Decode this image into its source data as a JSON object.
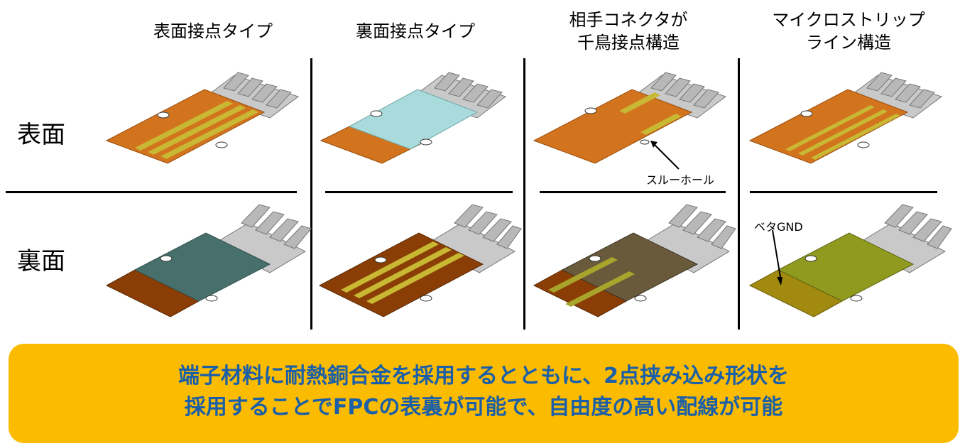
{
  "columns": [
    {
      "label": "表面接点タイプ"
    },
    {
      "label": "裏面接点タイプ"
    },
    {
      "label": "相手コネクタが\n千鳥接点構造"
    },
    {
      "label": "マイクロストリップ\nライン構造"
    }
  ],
  "rows": [
    {
      "label": "表面"
    },
    {
      "label": "裏面"
    }
  ],
  "annotations": {
    "through_hole": "スルーホール",
    "solid_gnd": "ベタGND"
  },
  "banner": {
    "line1": "端子材料に耐熱銅合金を採用するとともに、2点挟み込み形状を",
    "line2": "採用することでFPCの表裏が可能で、自由度の高い配線が可能"
  },
  "colors": {
    "fpc_orange": "#d2731e",
    "fpc_light_blue": "#a9dbdc",
    "fpc_dark_teal": "#47706c",
    "fpc_brown": "#8a3e05",
    "trace_yellow": "#c9b833",
    "gnd_olive": "#8f9a1e",
    "banner_bg": "#fbbb00",
    "banner_text": "#1b5fa8"
  }
}
